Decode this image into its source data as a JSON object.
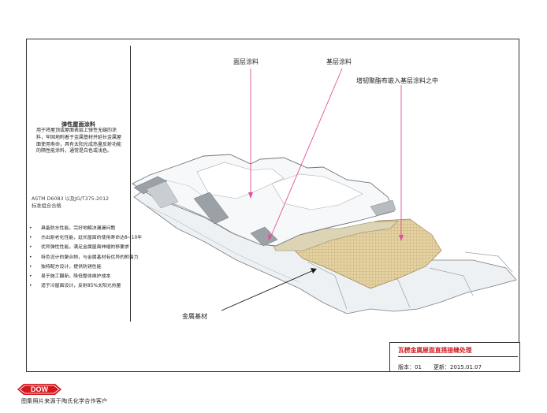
{
  "sidebar": {
    "title": "弹性屋面涂料",
    "description": "用于将屋顶或屋面表层上弹性无缝的涂料，牢固地附着于金属基材并延长金属屋面使用寿命，具有太阳光成热量反射功能的隔性能涂料，通常是白色或浅色。",
    "standard_line1": "ASTM D6083 以及JG/T375-2012",
    "standard_line2": "标准组合合格",
    "features": [
      "具备防水性能，完好地解决漏漏问题",
      "杰出耐老化性能，延长屋面的使用寿命达8~10年",
      "优异弹性性能，满足金属屋面伸缩的移要求",
      "特色设计的聚合物，与金属基材有优异的附着力",
      "独特配方设计，提供防锈性能",
      "易于施工翻新，降低整体维护成本",
      "适于冷屋面设计，反射85%太阳光热量"
    ]
  },
  "labels": {
    "top_coat": "面层涂料",
    "base_coat": "基层涂料",
    "fabric": "增韧聚酯布嵌入基层涂料之中",
    "substrate": "金属基材"
  },
  "title_block": {
    "title": "瓦楞金属屋面直搭接缝处理",
    "version": "版本：01",
    "updated": "更新：2015.01.07"
  },
  "brand": {
    "logo_text": "DOW",
    "color": "#d0181e"
  },
  "footer": {
    "note": "图集照片来源于陶氏化学合作客户"
  },
  "colors": {
    "accent": "#d0181e",
    "leader": "#e0509a"
  }
}
